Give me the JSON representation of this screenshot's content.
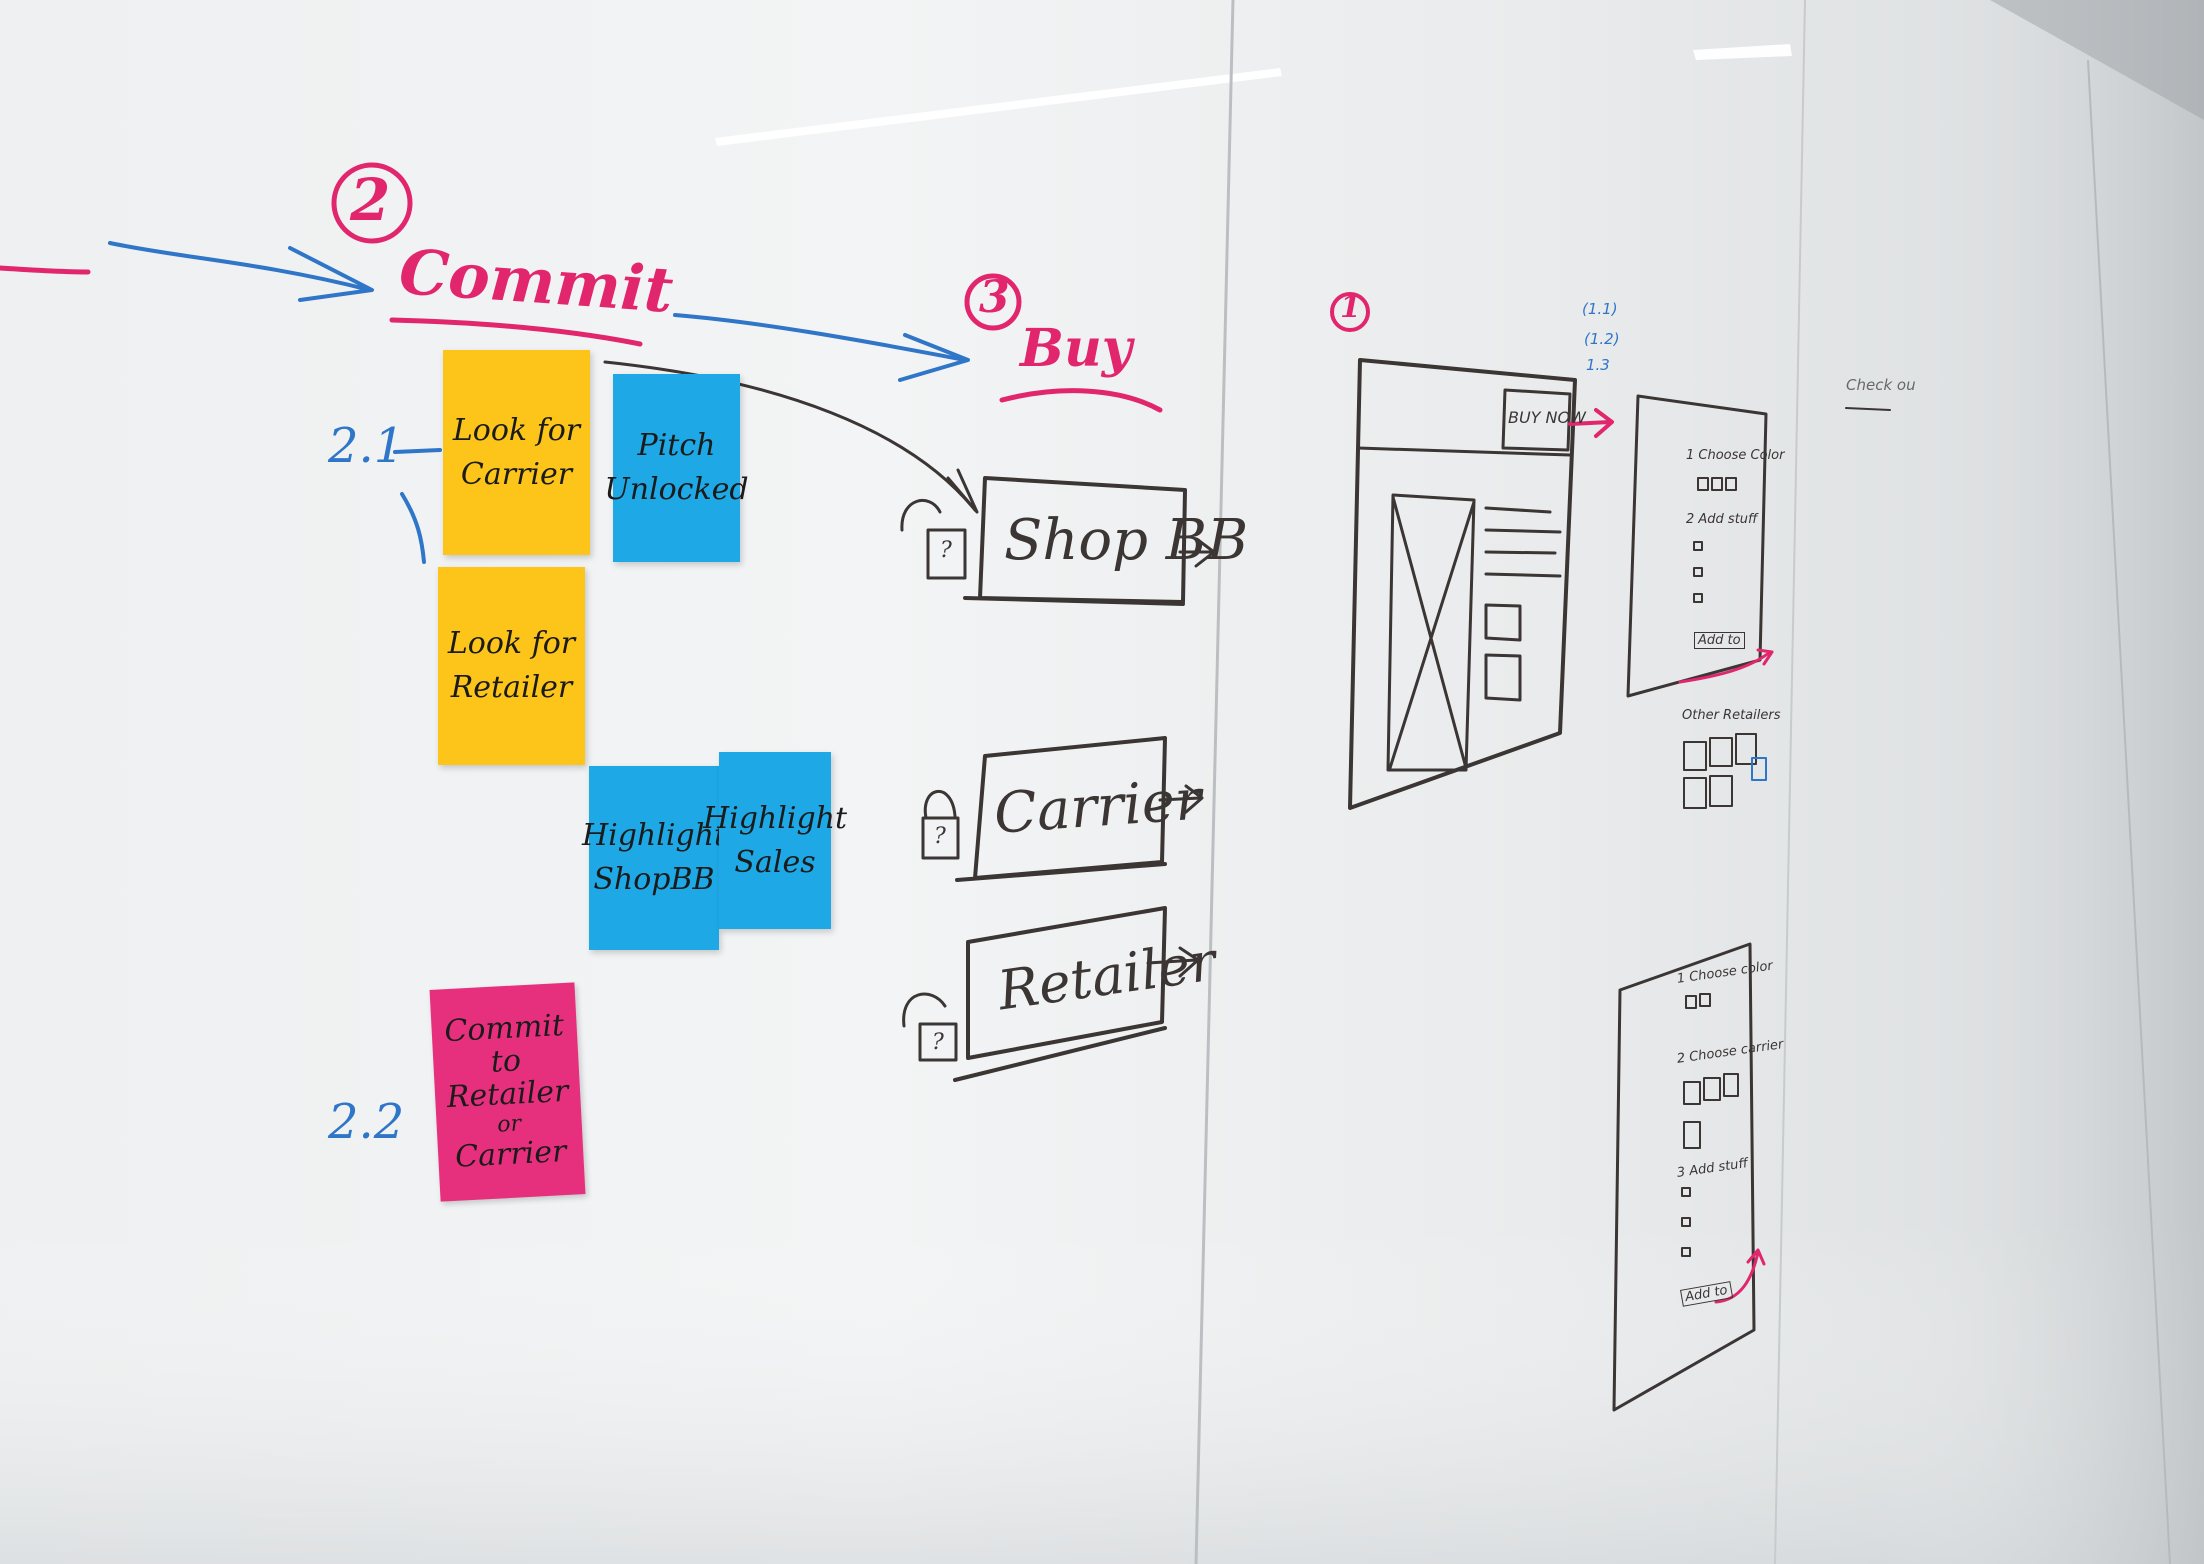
{
  "headings": {
    "num_commit": "2",
    "commit": "Commit",
    "num_buy": "3",
    "buy": "Buy",
    "num_wireframe": "1"
  },
  "labels": {
    "step_2_1": "2.1",
    "step_2_2": "2.2"
  },
  "stickies": {
    "look_carrier": [
      "Look for",
      "Carrier"
    ],
    "pitch_unlocked": [
      "Pitch",
      "Unlocked"
    ],
    "look_retailer": [
      "Look for",
      "Retailer"
    ],
    "highlight_shopbb": [
      "Highlight",
      "ShopBB"
    ],
    "highlight_sales": [
      "Highlight",
      "Sales"
    ],
    "commit_retailer": [
      "Commit",
      "to",
      "Retailer",
      "or",
      "Carrier"
    ]
  },
  "buy_options": {
    "shop_bb": "Shop BB",
    "carrier": "Carrier",
    "retailer": "Retailer",
    "lock_glyph": "?"
  },
  "wireframe": {
    "buy_now": "BUY NOW",
    "version_notes": [
      "(1.1)",
      "(1.2)",
      "1.3"
    ]
  },
  "panel_a": {
    "choose_color": "1 Choose Color",
    "add_stuff": "2 Add stuff",
    "button": "Add to",
    "other_retailers": "Other Retailers"
  },
  "panel_b": {
    "choose_color": "1 Choose color",
    "choose_carrier": "2 Choose carrier",
    "add_stuff": "3 Add stuff",
    "button": "Add to"
  },
  "far_right_note": "Check ou",
  "colors": {
    "marker_pink": "#e1266e",
    "marker_blue": "#2f76c8",
    "marker_dark": "#3b3534",
    "sticky_yellow": "#fdc51a",
    "sticky_blue": "#1ea9e6",
    "sticky_pink": "#e7307d"
  }
}
